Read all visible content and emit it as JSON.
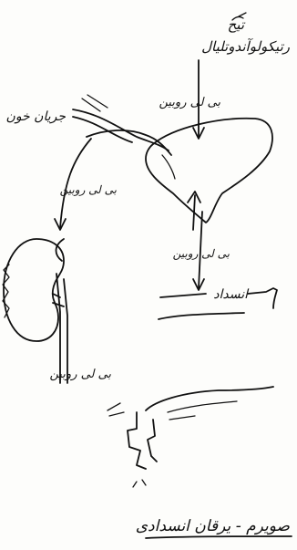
{
  "diagram": {
    "labels": {
      "top_title_line1": "تیح",
      "top_title_line2": "رتیکولوآندوتلیال",
      "bilirubin_top": "بی لی روبین",
      "blood_flow": "جریان خون",
      "bilirubin_left": "بی لی روبین",
      "bilirubin_liver": "بی لی روبین",
      "obstruction": "انسداد",
      "bilirubin_bottom": "بی لی روبین",
      "caption": "صویرم - یرقان انسدادی"
    }
  }
}
